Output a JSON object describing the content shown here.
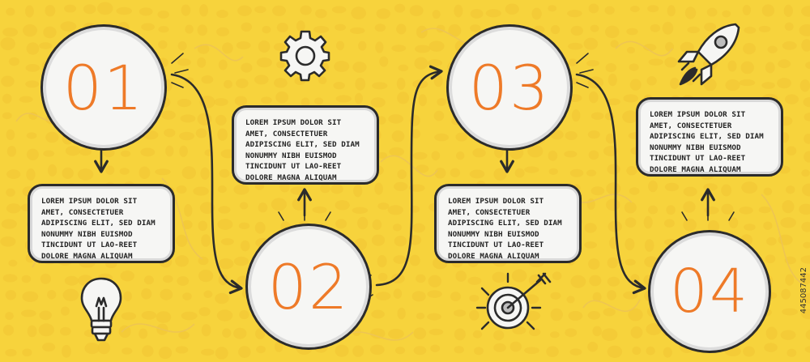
{
  "steps": [
    {
      "number": "01",
      "text": "LOREM IPSUM DOLOR SIT AMET, CONSECTETUER ADIPISCING ELIT, SED DIAM NONUMMY NIBH EUISMOD TINCIDUNT UT LAO-REET DOLORE MAGNA ALIQUAM",
      "icon": "lightbulb-icon"
    },
    {
      "number": "02",
      "text": "LOREM IPSUM DOLOR SIT AMET, CONSECTETUER ADIPISCING ELIT, SED DIAM NONUMMY NIBH EUISMOD TINCIDUNT UT LAO-REET DOLORE MAGNA ALIQUAM",
      "icon": "gear-icon"
    },
    {
      "number": "03",
      "text": "LOREM IPSUM DOLOR SIT AMET, CONSECTETUER ADIPISCING ELIT, SED DIAM NONUMMY NIBH EUISMOD TINCIDUNT UT LAO-REET DOLORE MAGNA ALIQUAM",
      "icon": "target-icon"
    },
    {
      "number": "04",
      "text": "LOREM IPSUM DOLOR SIT AMET, CONSECTETUER ADIPISCING ELIT, SED DIAM NONUMMY NIBH EUISMOD TINCIDUNT UT LAO-REET DOLORE MAGNA ALIQUAM",
      "icon": "rocket-icon"
    }
  ],
  "watermark_id": "445087442",
  "colors": {
    "background": "#f7d33c",
    "number": "#ee7a28",
    "outline": "#2b2b2b",
    "fill": "#f6f6f4"
  }
}
